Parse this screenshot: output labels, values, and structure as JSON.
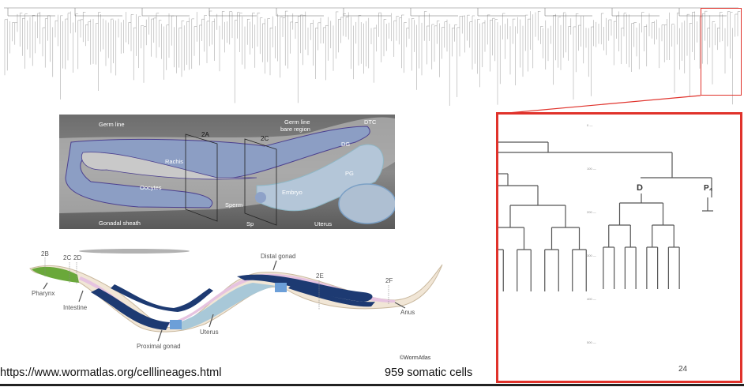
{
  "micrograph": {
    "labels": {
      "germ_line": "Germ line",
      "section_2a": "2A",
      "section_2c": "2C",
      "germ_line_bare": "Germ line",
      "germ_line_bare_2": "bare region",
      "dtc": "DTC",
      "dg": "DG",
      "rachis": "Rachis",
      "pg": "PG",
      "oocytes": "Oocytes",
      "embryo": "Embryo",
      "sperm": "Sperm",
      "sp": "Sp",
      "uterus": "Uterus",
      "gonadal_sheath": "Gonadal sheath"
    }
  },
  "worm_diagram": {
    "labels": {
      "s2b": "2B",
      "s2c": "2C",
      "s2d": "2D",
      "s2e": "2E",
      "s2f": "2F",
      "pharynx": "Pharynx",
      "intestine": "Intestine",
      "distal_gonad": "Distal gonad",
      "uterus": "Uterus",
      "proximal_gonad": "Proximal gonad",
      "anus": "Anus",
      "copyright": "©WormAtlas"
    },
    "colors": {
      "pharynx": "#6aa83a",
      "gonad": "#1d3a72",
      "uterus": "#a8c8d8",
      "intestine": "#e6c3e0",
      "body": "#f1e6d6"
    }
  },
  "lineage_detail": {
    "founder_labels": {
      "d": "D",
      "p4": "P₄"
    },
    "time_ticks": [
      "0",
      "100",
      "200",
      "300",
      "400",
      "500"
    ],
    "page_number": "24"
  },
  "footer": {
    "url": "https://www.wormatlas.org/celllineages.html",
    "caption": "959 somatic cells"
  },
  "colors": {
    "highlight": "#e0322b"
  }
}
